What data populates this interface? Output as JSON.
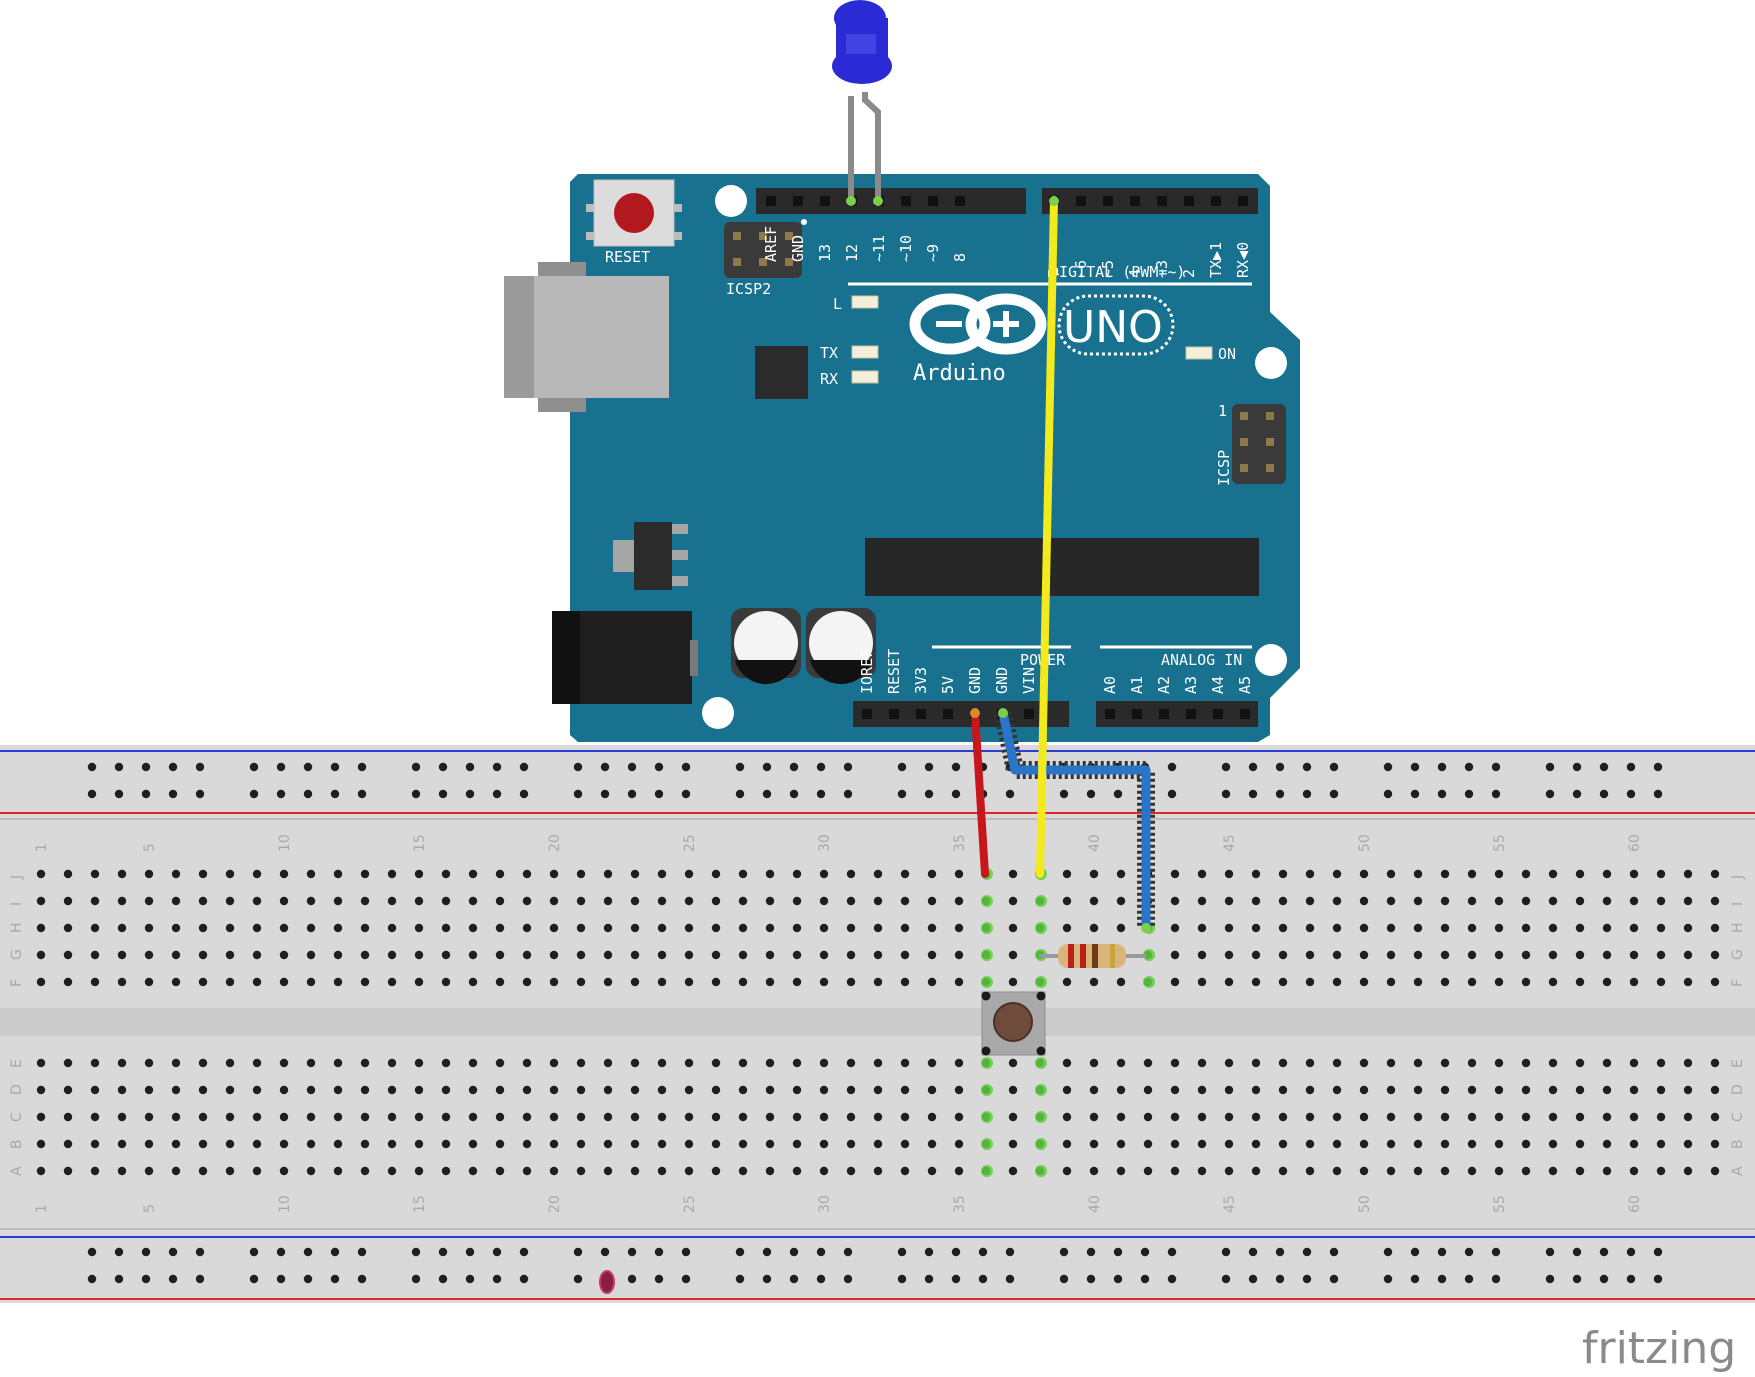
{
  "board": {
    "reset_label": "RESET",
    "icsp2_label": "ICSP2",
    "icsp_label": "ICSP",
    "icsp_pin1_label": "1",
    "digital_label": "DIGITAL (PWM=~)",
    "brand": "Arduino",
    "model": "UNO",
    "on_label": "ON",
    "led_l_label": "L",
    "tx_label": "TX",
    "rx_label": "RX",
    "power_label": "POWER",
    "analog_label": "ANALOG IN",
    "digital_pins_left": [
      "AREF",
      "GND",
      "13",
      "12",
      "~11",
      "~10",
      "~9",
      "8"
    ],
    "digital_pins_right": [
      "7",
      "~6",
      "~5",
      "4",
      "~3",
      "2",
      "TX▶1",
      "RX◀0"
    ],
    "power_pins": [
      "IOREF",
      "RESET",
      "3V3",
      "5V",
      "GND",
      "GND",
      "VIN"
    ],
    "analog_pins": [
      "A0",
      "A1",
      "A2",
      "A3",
      "A4",
      "A5"
    ]
  },
  "breadboard": {
    "row_letters_top": [
      "J",
      "I",
      "H",
      "G",
      "F"
    ],
    "row_letters_bottom": [
      "E",
      "D",
      "C",
      "B",
      "A"
    ],
    "column_numbers": [
      "1",
      "5",
      "10",
      "15",
      "20",
      "25",
      "30",
      "35",
      "40",
      "45",
      "50",
      "55",
      "60"
    ],
    "columns": 63
  },
  "components": {
    "led_color": "#2b2bd6",
    "wire_5v_color": "#c8161d",
    "wire_gnd_color": "#2a74c9",
    "wire_signal_color": "#f2ea1c"
  },
  "watermark": "fritzing",
  "colors": {
    "board": "#17718f",
    "breadboard": "#d9d9d9",
    "rail_red": "#e0262a",
    "rail_blue": "#2b3bd6"
  }
}
